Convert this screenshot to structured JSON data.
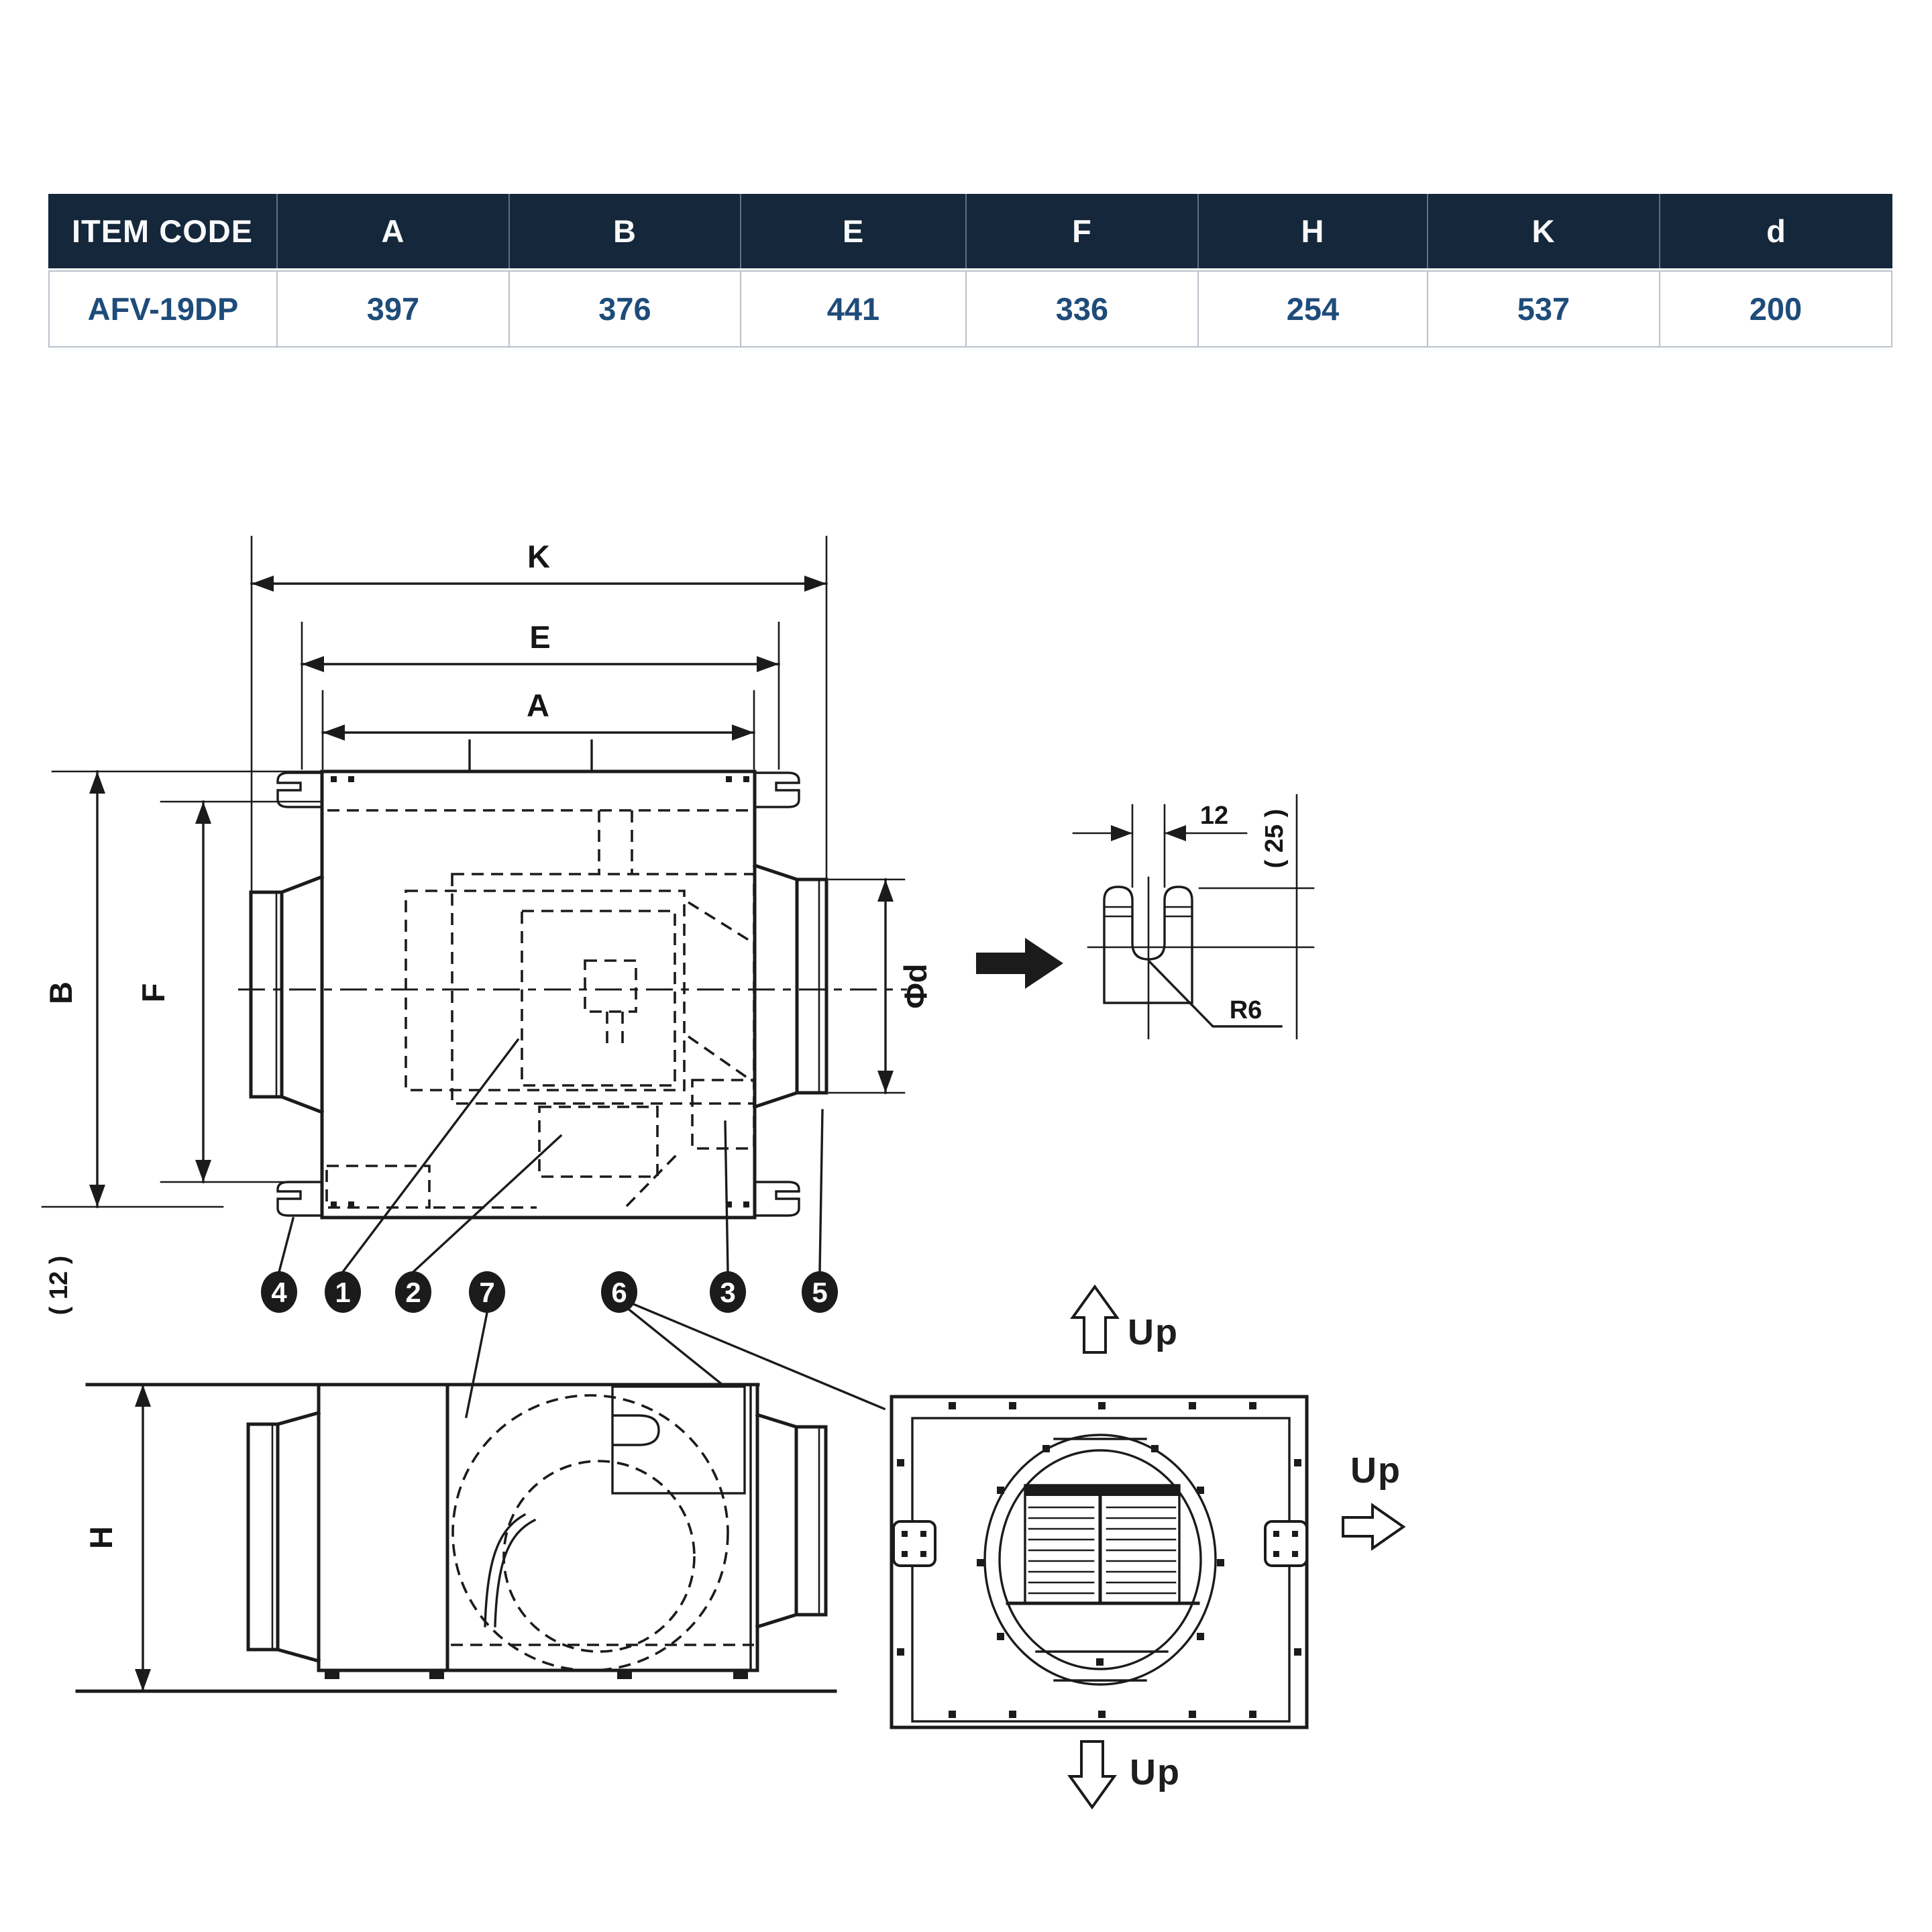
{
  "table": {
    "headers": [
      "ITEM CODE",
      "A",
      "B",
      "E",
      "F",
      "H",
      "K",
      "d"
    ],
    "rows": [
      [
        "AFV-19DP",
        "397",
        "376",
        "441",
        "336",
        "254",
        "537",
        "200"
      ]
    ]
  },
  "diagram": {
    "dims": {
      "K": "K",
      "E": "E",
      "A": "A",
      "B": "B",
      "F": "F",
      "H": "H",
      "phi_d": "Φd",
      "ref_12": "( 12 )"
    },
    "detail": {
      "slot_width": "12",
      "depth_ref": "( 25 )",
      "radius": "R6"
    },
    "callouts": [
      "4",
      "1",
      "2",
      "7",
      "6",
      "3",
      "5"
    ],
    "orientation": {
      "top": "Up",
      "right": "Up",
      "bottom": "Up"
    }
  },
  "colors": {
    "header_bg": "#15273a",
    "header_text": "#f7f9fb",
    "value_text": "#1e4c7a",
    "table_border": "#b9c2cb",
    "line": "#1b1b1b",
    "background": "#ffffff"
  }
}
